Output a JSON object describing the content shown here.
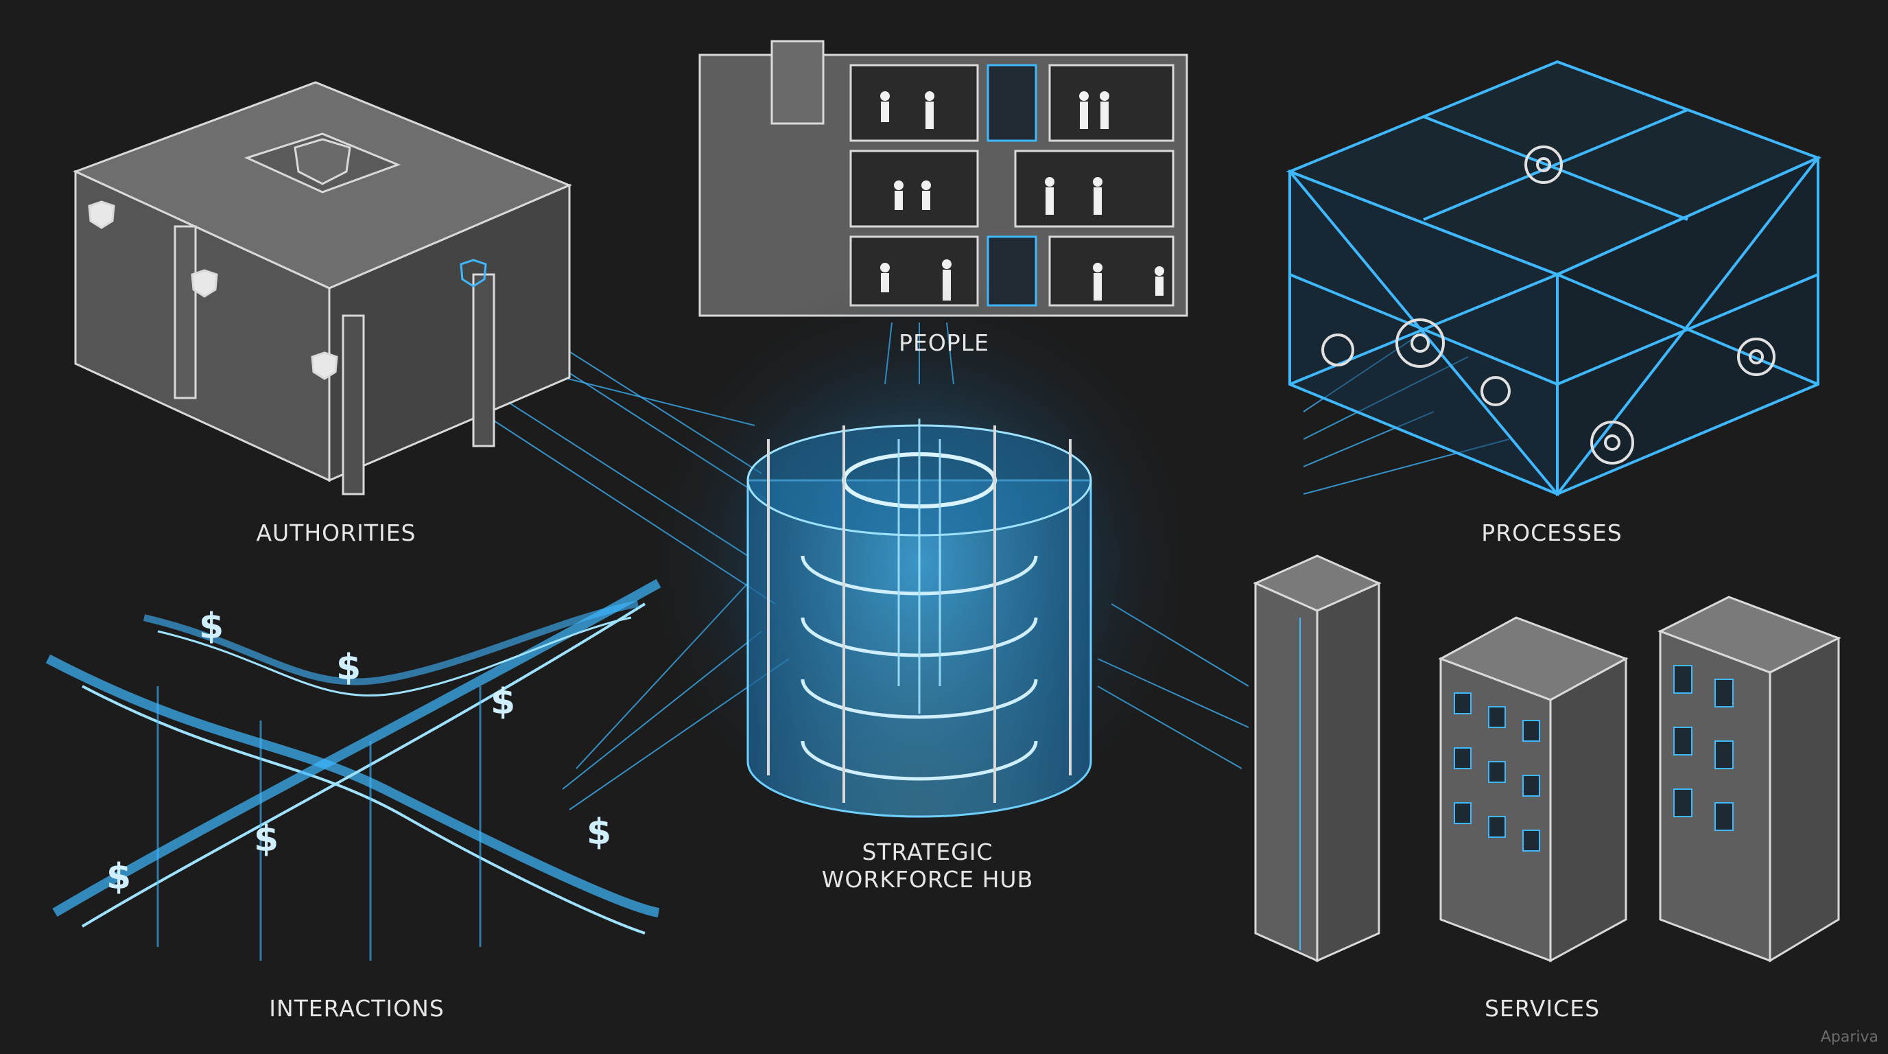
{
  "nodes": {
    "people": "PEOPLE",
    "authorities": "AUTHORITIES",
    "processes": "PROCESSES",
    "hub_line1": "STRATEGIC",
    "hub_line2": "WORKFORCE HUB",
    "interactions": "INTERACTIONS",
    "services": "SERVICES"
  },
  "watermark": "Apariva",
  "colors": {
    "background": "#1c1c1c",
    "concrete": "#6e6e6e",
    "concrete_dark": "#4a4a4a",
    "outline": "#d9d9d9",
    "glow": "#3fb8ff",
    "glow_light": "#9fe2ff"
  }
}
